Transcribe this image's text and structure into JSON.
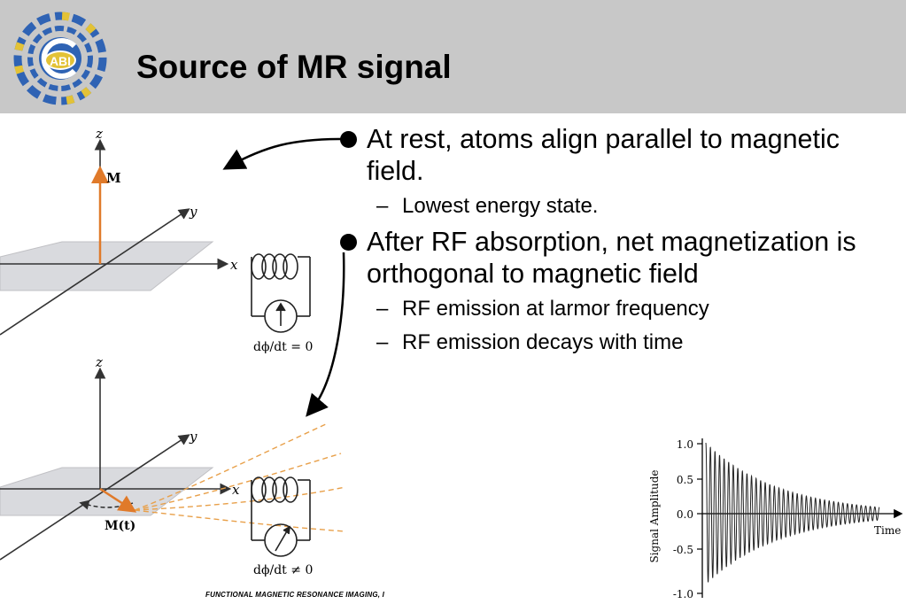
{
  "slide": {
    "title": "Source of MR signal",
    "logo_text": "ABI"
  },
  "bullets": [
    {
      "text": "At rest, atoms align parallel to magnetic field.",
      "subs": [
        "Lowest energy state."
      ]
    },
    {
      "text": "After RF absorption, net magnetization is orthogonal to magnetic field",
      "subs": [
        "RF emission at larmor frequency",
        "RF emission decays with time"
      ]
    }
  ],
  "diagram_top": {
    "axis_z": "z",
    "axis_y": "y",
    "axis_x": "x",
    "vector_label": "M",
    "coil_equation": "dϕ/dt = 0"
  },
  "diagram_bottom": {
    "axis_z": "z",
    "axis_y": "y",
    "axis_x": "x",
    "vector_label": "M(t)",
    "coil_equation": "dϕ/dt ≠ 0"
  },
  "signal_plot": {
    "ylabel": "Signal Amplitude",
    "xlabel": "Time",
    "yticks": [
      "1.0",
      "0.5",
      "0.0",
      "-0.5",
      "-1.0"
    ]
  },
  "credit": "FUNCTIONAL MAGNETIC RESONANCE IMAGING, I",
  "colors": {
    "header_bg": "#c8c8c8",
    "vector": "#e07a2a",
    "field_lines": "#e8a04a",
    "logo_blue": "#2f63b4",
    "logo_yellow": "#e3c236"
  }
}
